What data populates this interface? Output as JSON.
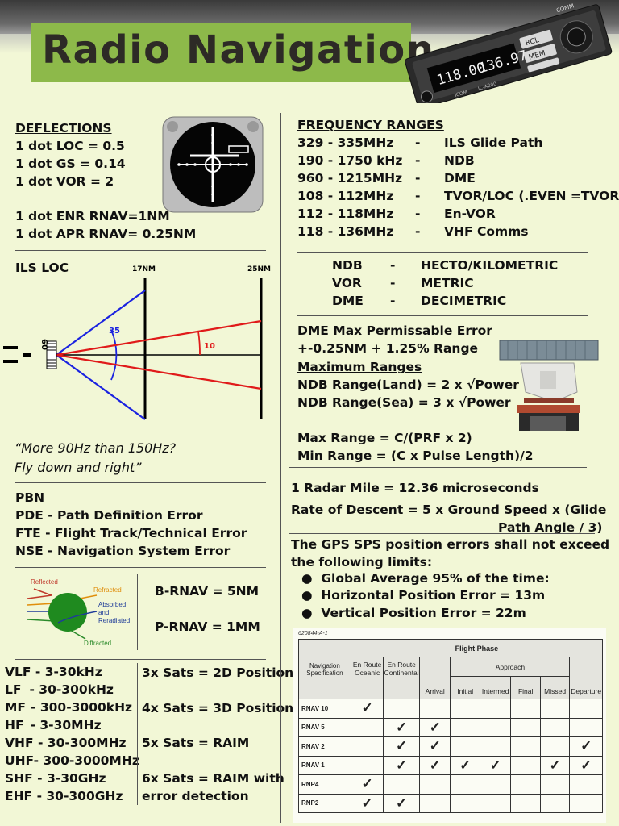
{
  "title": "Radio Navigation",
  "radio": {
    "left_freq": "118.00",
    "right_freq": "136.97",
    "btn_rcl": "RCL",
    "btn_mem": "MEM",
    "brand": "ICOM",
    "model": "IC-A200",
    "top_label": "COMM"
  },
  "deflections": {
    "heading": "DEFLECTIONS",
    "lines": [
      "1 dot LOC = 0.5",
      "1 dot GS = 0.14",
      "1 dot VOR = 2",
      "",
      "1 dot ENR RNAV=1NM",
      "1 dot APR RNAV= 0.25NM"
    ]
  },
  "ils_loc": {
    "heading": "ILS LOC",
    "label_17": "17NM",
    "label_25": "25NM",
    "angle_35": "35",
    "angle_10": "10",
    "runway": "09"
  },
  "quote": [
    "“More 90Hz than 150Hz?",
    "Fly down and right”"
  ],
  "pbn": {
    "heading": "PBN",
    "lines": [
      "PDE - Path Definition Error",
      "FTE - Flight Track/Technical Error",
      "NSE - Navigation System Error"
    ]
  },
  "wave": {
    "reflected": "Reflected",
    "refracted": "Refracted",
    "absorbed": "Absorbed",
    "and": "and",
    "reradiated": "Reradiated",
    "diffracted": "Diffracted"
  },
  "rnav": [
    "B-RNAV = 5NM",
    "P-RNAV = 1MM"
  ],
  "bands": [
    {
      "name": "VLF",
      "range": "- 3-30kHz"
    },
    {
      "name": "LF",
      "range": "- 30-300kHz"
    },
    {
      "name": "MF",
      "range": "- 300-3000kHz"
    },
    {
      "name": "HF",
      "range": "- 3-30MHz"
    },
    {
      "name": "VHF",
      "range": "- 30-300MHz"
    },
    {
      "name": "UHF",
      "range": "- 300-3000MHz"
    },
    {
      "name": "SHF",
      "range": "- 3-30GHz"
    },
    {
      "name": "EHF",
      "range": "- 30-300GHz"
    }
  ],
  "sats": [
    "3x Sats = 2D Position",
    "4x Sats = 3D Position",
    "5x Sats = RAIM",
    "6x Sats = RAIM with",
    "error detection"
  ],
  "freq_ranges": {
    "heading": "FREQUENCY RANGES",
    "rows": [
      {
        "range": "329 - 335MHz",
        "dash": "-",
        "use": "ILS Glide Path"
      },
      {
        "range": "190 - 1750 kHz",
        "dash": "-",
        "use": "NDB"
      },
      {
        "range": "960 - 1215MHz",
        "dash": "-",
        "use": "DME"
      },
      {
        "range": "108 - 112MHz",
        "dash": "-",
        "use": "TVOR/LOC (.EVEN =TVOR)"
      },
      {
        "range": "112 - 118MHz",
        "dash": "-",
        "use": "En-VOR"
      },
      {
        "range": "118 - 136MHz",
        "dash": "-",
        "use": "VHF Comms"
      }
    ]
  },
  "wavelengths": [
    {
      "aid": "NDB",
      "dash": "-",
      "type": "HECTO/KILOMETRIC"
    },
    {
      "aid": "VOR",
      "dash": "-",
      "type": "METRIC"
    },
    {
      "aid": "DME",
      "dash": "-",
      "type": "DECIMETRIC"
    }
  ],
  "dme": {
    "heading": "DME Max Permissable Error",
    "error": "+-0.25NM + 1.25% Range",
    "max_heading": "Maximum Ranges",
    "ndb_land": "NDB Range(Land) = 2 x √Power",
    "ndb_sea": "NDB Range(Sea) = 3 x √Power",
    "max_range": "Max Range = C/(PRF x 2)",
    "min_range": "Min Range = (C x Pulse Length)/2"
  },
  "radar_mile": "1 Radar Mile = 12.36 microseconds",
  "rod": [
    "Rate of Descent = 5 x Ground Speed x (Glide",
    "Path Angle / 3)"
  ],
  "gps": {
    "intro": [
      "The GPS SPS position errors shall not exceed",
      "the following limits:"
    ],
    "bullets": [
      "Global Average 95% of the time:",
      "Horizontal Position Error = 13m",
      "Vertical Position Error = 22m"
    ]
  },
  "table": {
    "ref": "620844-A-1",
    "flight_phase": "Flight Phase",
    "nav_spec": "Navigation Specification",
    "en_route_oceanic": "En Route Oceanic",
    "en_route_continental": "En Route Continental",
    "arrival": "Arrival",
    "approach": "Approach",
    "initial": "Initial",
    "intermed": "Intermed",
    "final": "Final",
    "missed": "Missed",
    "departure": "Departure",
    "check": "✓",
    "rows": [
      {
        "name": "RNAV 10",
        "checks": [
          1,
          0,
          0,
          0,
          0,
          0,
          0,
          0
        ]
      },
      {
        "name": "RNAV 5",
        "checks": [
          0,
          1,
          1,
          0,
          0,
          0,
          0,
          0
        ]
      },
      {
        "name": "RNAV 2",
        "checks": [
          0,
          1,
          1,
          0,
          0,
          0,
          0,
          1
        ]
      },
      {
        "name": "RNAV 1",
        "checks": [
          0,
          1,
          1,
          1,
          1,
          0,
          1,
          1
        ]
      },
      {
        "name": "RNP4",
        "checks": [
          1,
          0,
          0,
          0,
          0,
          0,
          0,
          0
        ]
      },
      {
        "name": "RNP2",
        "checks": [
          1,
          1,
          0,
          0,
          0,
          0,
          0,
          0
        ]
      }
    ]
  },
  "colors": {
    "title_bg": "#8db94a",
    "page_bg": "#f2f7d6",
    "loc_blue": "#1a22e0",
    "loc_red": "#e01a1a"
  }
}
